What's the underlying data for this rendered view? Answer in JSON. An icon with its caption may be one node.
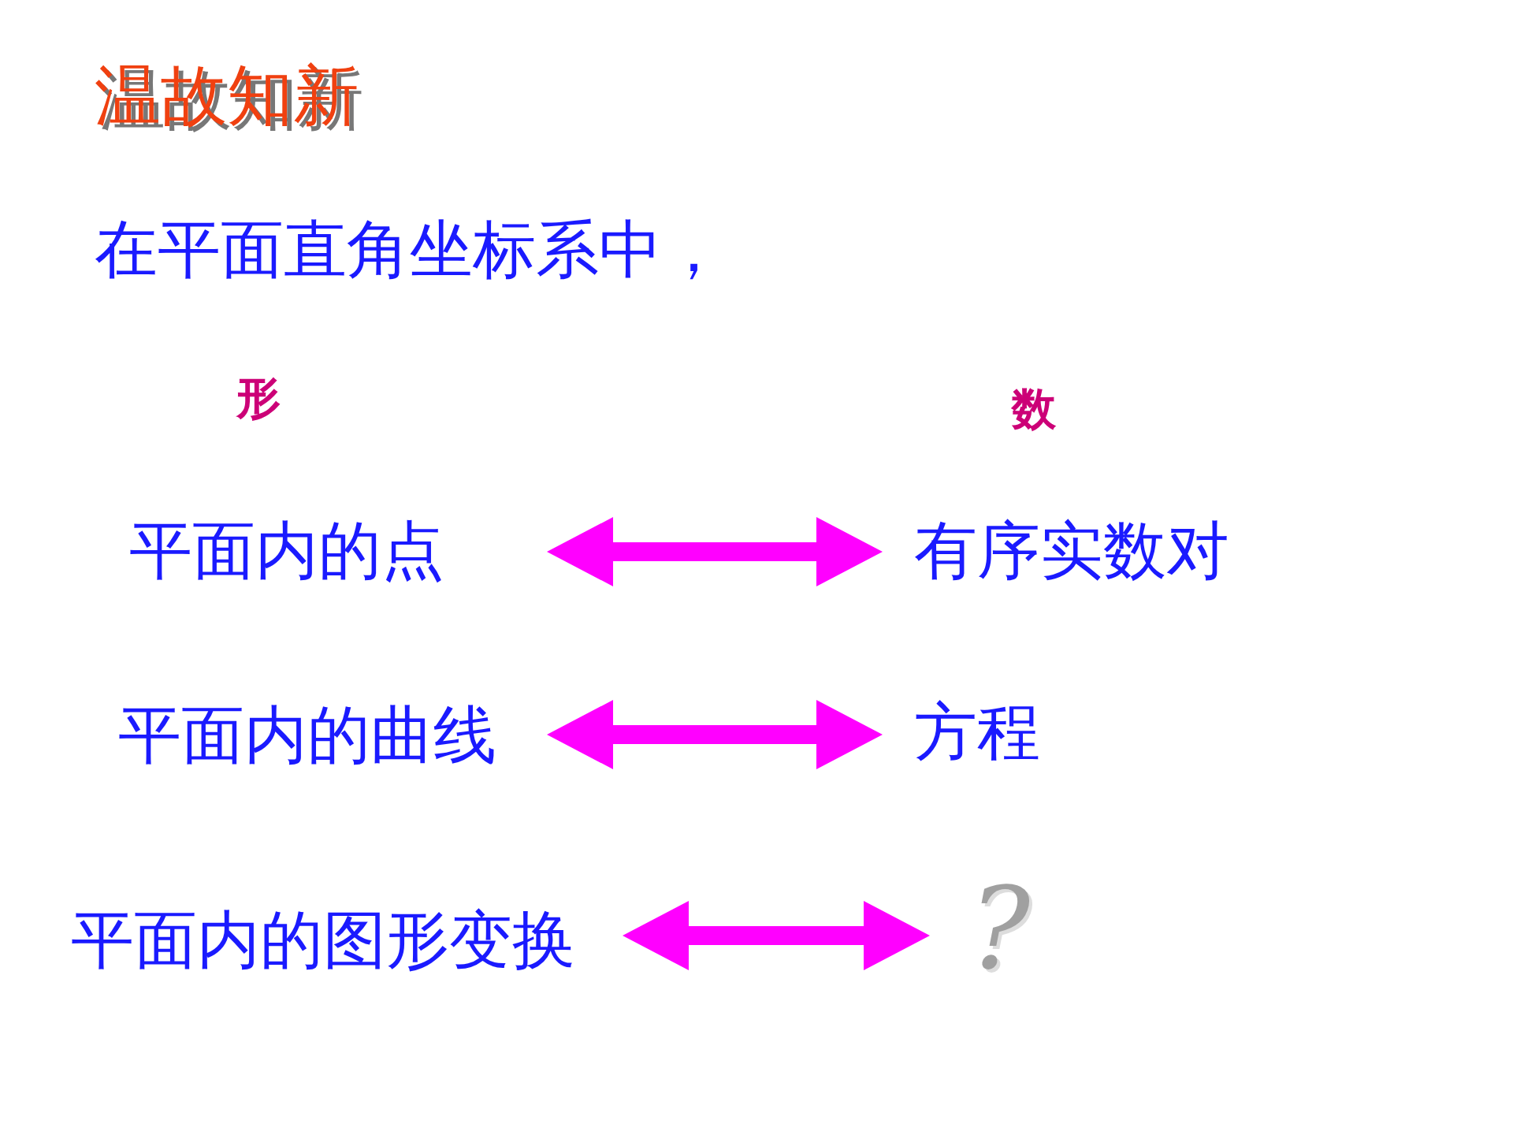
{
  "diagram": {
    "title": "温故知新",
    "nodes": [
      {
        "text": [
          "平面内的点"
        ]
      },
      {
        "text": [
          "有序实数对"
        ]
      },
      {
        "text": [
          "平面内的曲线"
        ]
      },
      {
        "text": [
          "方程"
        ]
      },
      {
        "text": [
          "平面内的图形变换"
        ]
      },
      {
        "text": [
          "?"
        ]
      }
    ],
    "edges": [
      {
        "from": 0,
        "to": 1,
        "arrow": "both"
      },
      {
        "from": 2,
        "to": 3,
        "arrow": "both"
      },
      {
        "from": 4,
        "to": 5,
        "arrow": "both"
      }
    ],
    "labels": [
      "在平面直角坐标系中，",
      "形",
      "数"
    ]
  }
}
